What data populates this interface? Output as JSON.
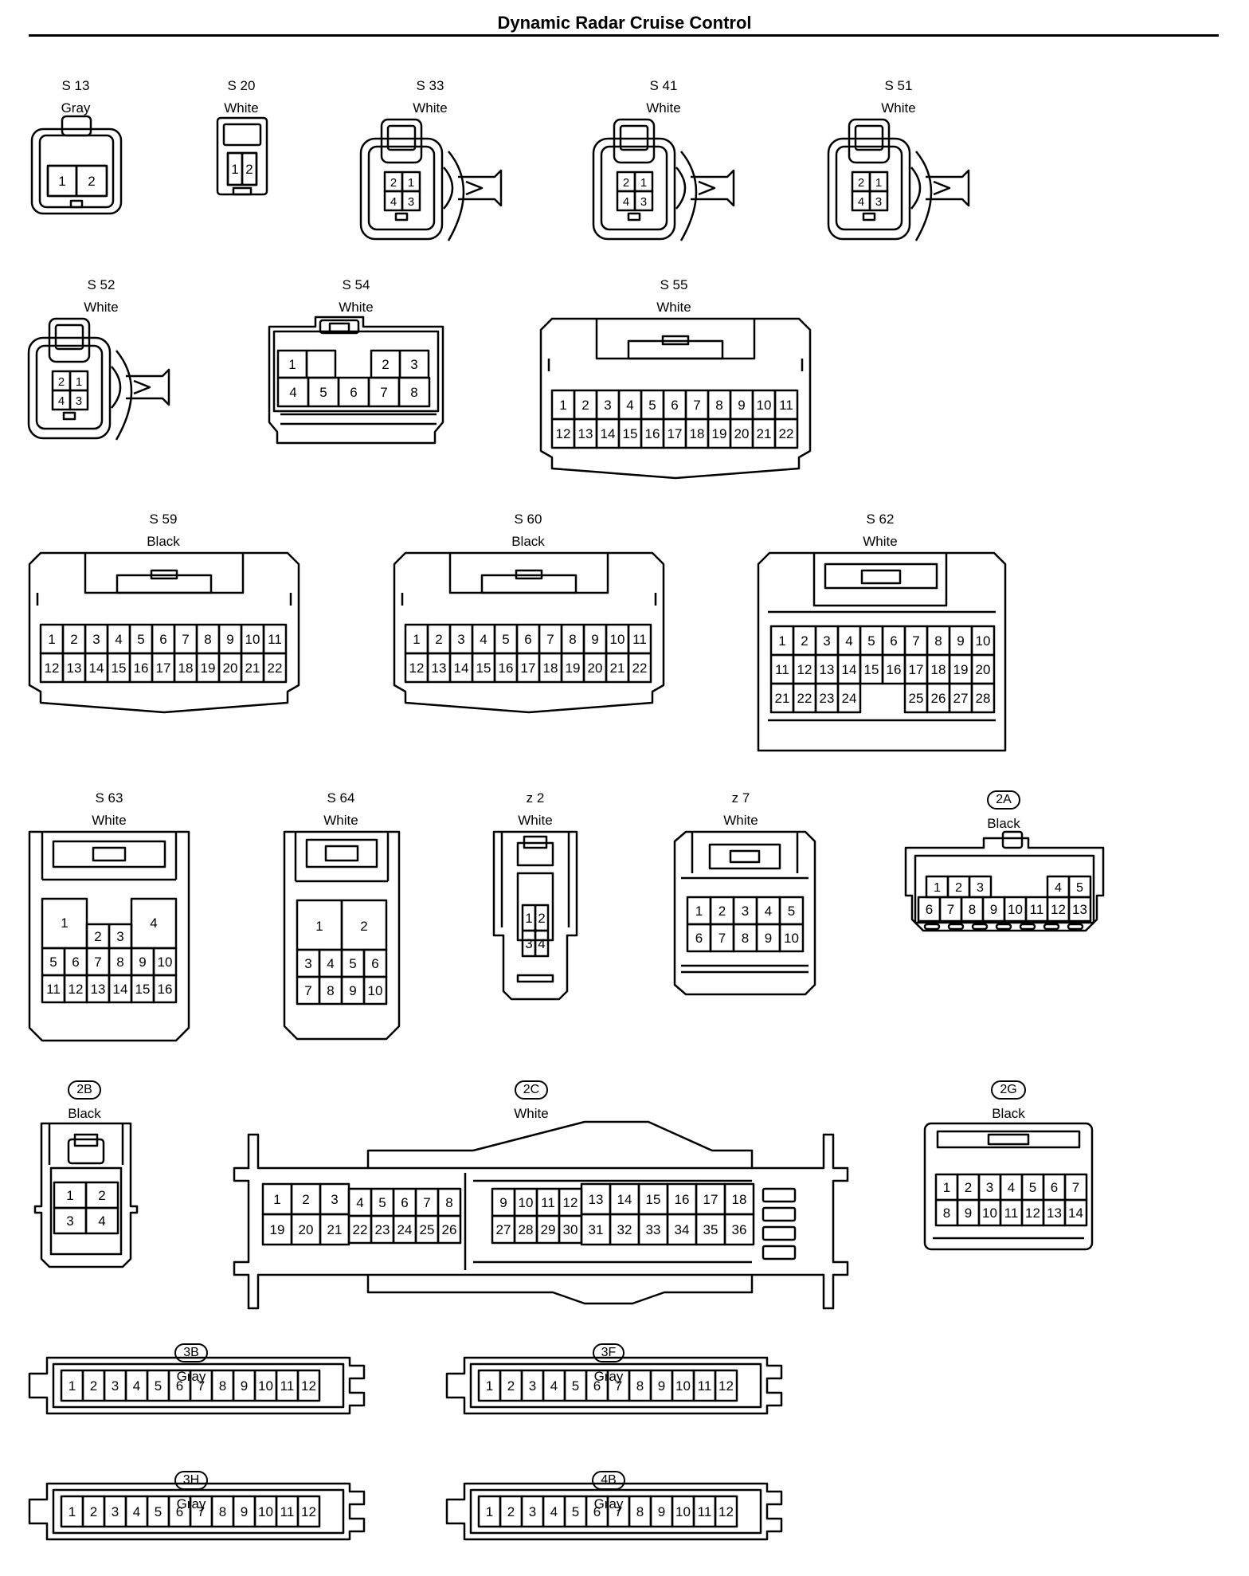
{
  "title": "Dynamic Radar Cruise Control",
  "connectors": [
    {
      "id": "S 13",
      "color": "Gray",
      "pins": [
        [
          "1",
          "2"
        ]
      ]
    },
    {
      "id": "S 20",
      "color": "White",
      "pins": [
        [
          "1",
          "2"
        ]
      ]
    },
    {
      "id": "S 33",
      "color": "White",
      "pins": [
        [
          "2",
          "1"
        ],
        [
          "4",
          "3"
        ]
      ]
    },
    {
      "id": "S 41",
      "color": "White",
      "pins": [
        [
          "2",
          "1"
        ],
        [
          "4",
          "3"
        ]
      ]
    },
    {
      "id": "S 51",
      "color": "White",
      "pins": [
        [
          "2",
          "1"
        ],
        [
          "4",
          "3"
        ]
      ]
    },
    {
      "id": "S 52",
      "color": "White",
      "pins": [
        [
          "2",
          "1"
        ],
        [
          "4",
          "3"
        ]
      ]
    },
    {
      "id": "S 54",
      "color": "White",
      "pins": [
        [
          "1",
          "",
          "2",
          "3"
        ],
        [
          "4",
          "5",
          "6",
          "7",
          "8"
        ]
      ]
    },
    {
      "id": "S 55",
      "color": "White",
      "pins": [
        [
          "1",
          "2",
          "3",
          "4",
          "5",
          "6",
          "7",
          "8",
          "9",
          "10",
          "11"
        ],
        [
          "12",
          "13",
          "14",
          "15",
          "16",
          "17",
          "18",
          "19",
          "20",
          "21",
          "22"
        ]
      ]
    },
    {
      "id": "S 59",
      "color": "Black",
      "pins": [
        [
          "1",
          "2",
          "3",
          "4",
          "5",
          "6",
          "7",
          "8",
          "9",
          "10",
          "11"
        ],
        [
          "12",
          "13",
          "14",
          "15",
          "16",
          "17",
          "18",
          "19",
          "20",
          "21",
          "22"
        ]
      ]
    },
    {
      "id": "S 60",
      "color": "Black",
      "pins": [
        [
          "1",
          "2",
          "3",
          "4",
          "5",
          "6",
          "7",
          "8",
          "9",
          "10",
          "11"
        ],
        [
          "12",
          "13",
          "14",
          "15",
          "16",
          "17",
          "18",
          "19",
          "20",
          "21",
          "22"
        ]
      ]
    },
    {
      "id": "S 62",
      "color": "White",
      "pins": [
        [
          "1",
          "2",
          "3",
          "4",
          "5",
          "6",
          "7",
          "8",
          "9",
          "10"
        ],
        [
          "11",
          "12",
          "13",
          "14",
          "15",
          "16",
          "17",
          "18",
          "19",
          "20"
        ],
        [
          "21",
          "22",
          "23",
          "24",
          "",
          "",
          "25",
          "26",
          "27",
          "28"
        ]
      ]
    },
    {
      "id": "S 63",
      "color": "White",
      "pins": [
        [
          "1",
          "2",
          "3",
          "4"
        ],
        [
          "5",
          "6",
          "7",
          "8",
          "9",
          "10"
        ],
        [
          "11",
          "12",
          "13",
          "14",
          "15",
          "16"
        ]
      ]
    },
    {
      "id": "S 64",
      "color": "White",
      "pins": [
        [
          "1",
          "2"
        ],
        [
          "3",
          "4",
          "5",
          "6"
        ],
        [
          "7",
          "8",
          "9",
          "10"
        ]
      ]
    },
    {
      "id": "z 2",
      "color": "White",
      "pins": [
        [
          "1",
          "2"
        ],
        [
          "3",
          "4"
        ]
      ]
    },
    {
      "id": "z 7",
      "color": "White",
      "pins": [
        [
          "1",
          "2",
          "3",
          "4",
          "5"
        ],
        [
          "6",
          "7",
          "8",
          "9",
          "10"
        ]
      ]
    },
    {
      "id": "2A",
      "color": "Black",
      "boxed": true,
      "pins": [
        [
          "1",
          "2",
          "3",
          "4",
          "5"
        ],
        [
          "6",
          "7",
          "8",
          "9",
          "10",
          "11",
          "12",
          "13"
        ]
      ]
    },
    {
      "id": "2B",
      "color": "Black",
      "boxed": true,
      "pins": [
        [
          "1",
          "2"
        ],
        [
          "3",
          "4"
        ]
      ]
    },
    {
      "id": "2C",
      "color": "White",
      "boxed": true,
      "pins": [
        [
          "1",
          "2",
          "3",
          "4",
          "5",
          "6",
          "7",
          "8",
          "9",
          "10",
          "11",
          "12",
          "13",
          "14",
          "15",
          "16",
          "17",
          "18"
        ],
        [
          "19",
          "20",
          "21",
          "22",
          "23",
          "24",
          "25",
          "26",
          "27",
          "28",
          "29",
          "30",
          "31",
          "32",
          "33",
          "34",
          "35",
          "36"
        ]
      ]
    },
    {
      "id": "2G",
      "color": "Black",
      "boxed": true,
      "pins": [
        [
          "1",
          "2",
          "3",
          "4",
          "5",
          "6",
          "7"
        ],
        [
          "8",
          "9",
          "10",
          "11",
          "12",
          "13",
          "14"
        ]
      ]
    },
    {
      "id": "3B",
      "color": "Gray",
      "boxed": true,
      "pins": [
        [
          "1",
          "2",
          "3",
          "4",
          "5",
          "6",
          "7",
          "8",
          "9",
          "10",
          "11",
          "12"
        ]
      ]
    },
    {
      "id": "3F",
      "color": "Gray",
      "boxed": true,
      "pins": [
        [
          "1",
          "2",
          "3",
          "4",
          "5",
          "6",
          "7",
          "8",
          "9",
          "10",
          "11",
          "12"
        ]
      ]
    },
    {
      "id": "3H",
      "color": "Gray",
      "boxed": true,
      "pins": [
        [
          "1",
          "2",
          "3",
          "4",
          "5",
          "6",
          "7",
          "8",
          "9",
          "10",
          "11",
          "12"
        ]
      ]
    },
    {
      "id": "4B",
      "color": "Gray",
      "boxed": true,
      "pins": [
        [
          "1",
          "2",
          "3",
          "4",
          "5",
          "6",
          "7",
          "8",
          "9",
          "10",
          "11",
          "12"
        ]
      ]
    }
  ]
}
